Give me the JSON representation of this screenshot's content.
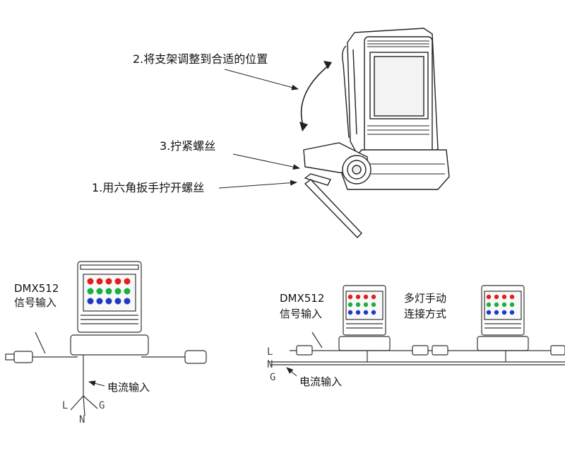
{
  "top": {
    "step2": "2.将支架调整到合适的位置",
    "step3": "3.拧紧螺丝",
    "step1": "1.用六角扳手拧开螺丝"
  },
  "left_wiring": {
    "dmx_line1": "DMX512",
    "dmx_line2": "信号输入",
    "power": "电流输入",
    "L": "L",
    "N": "N",
    "G": "G"
  },
  "right_wiring": {
    "dmx_line1": "DMX512",
    "dmx_line2": "信号输入",
    "multi_line1": "多灯手动",
    "multi_line2": "连接方式",
    "power": "电流输入",
    "L": "L",
    "N": "N",
    "G": "G"
  },
  "led_colors": {
    "red": "#e02020",
    "green": "#18b040",
    "blue": "#2038c8"
  }
}
